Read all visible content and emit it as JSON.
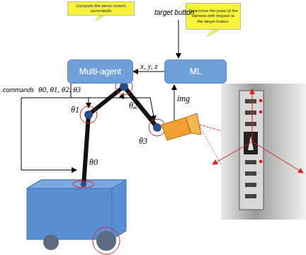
{
  "diagram": {
    "nodes": [
      {
        "text": [
          "Compute the servo motors commands"
        ]
      },
      {
        "text": [
          "Determine the pose of the camera with respect to the target button."
        ]
      },
      {
        "text": [
          "Multi-agent"
        ]
      },
      {
        "text": [
          "ML"
        ]
      }
    ],
    "edges": [
      {
        "from": 3,
        "to": 2,
        "arrow": "to",
        "label": "x, y, z"
      }
    ],
    "labels": [
      "target button",
      "commands",
      "θ0, θ1, θ2, θ3",
      "img",
      "θ1",
      "θ2",
      "θ3",
      "θ0"
    ]
  }
}
